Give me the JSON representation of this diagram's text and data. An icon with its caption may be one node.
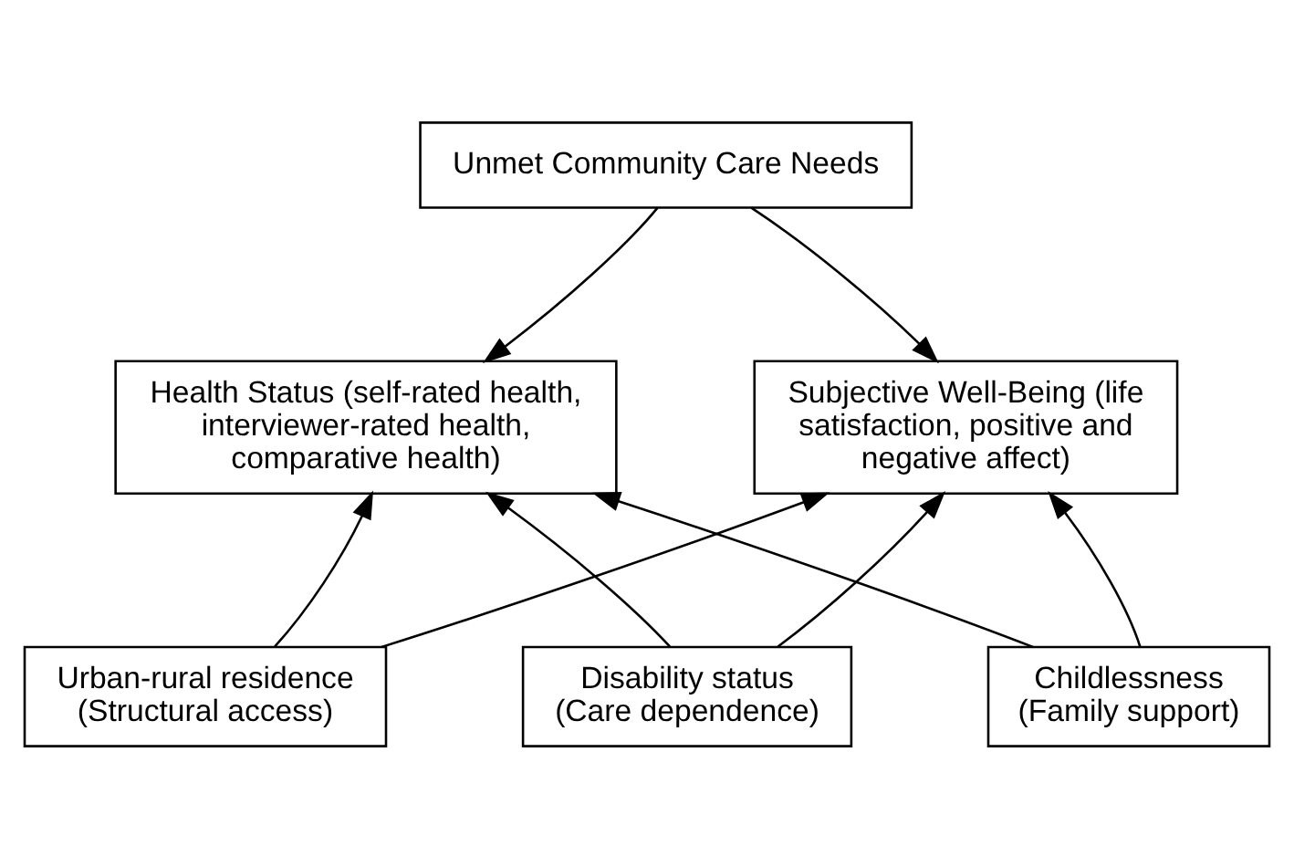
{
  "diagram": {
    "nodes": [
      {
        "text": [
          "Unmet Community Care Needs"
        ]
      },
      {
        "text": [
          "Health Status (self-rated health, interviewer-rated health, comparative health)"
        ]
      },
      {
        "text": [
          "Subjective Well-Being (life satisfaction, positive and negative affect)"
        ]
      },
      {
        "text": [
          "Urban-rural residence",
          "(Structural access)"
        ]
      },
      {
        "text": [
          "Disability status",
          "(Care dependence)"
        ]
      },
      {
        "text": [
          "Childlessness",
          "(Family support)"
        ]
      }
    ],
    "edges": [
      {
        "from": 0,
        "to": 1,
        "arrow": "to"
      },
      {
        "from": 0,
        "to": 2,
        "arrow": "to"
      },
      {
        "from": 3,
        "to": 1,
        "arrow": "to"
      },
      {
        "from": 3,
        "to": 2,
        "arrow": "to"
      },
      {
        "from": 4,
        "to": 1,
        "arrow": "to"
      },
      {
        "from": 4,
        "to": 2,
        "arrow": "to"
      },
      {
        "from": 5,
        "to": 1,
        "arrow": "to"
      },
      {
        "from": 5,
        "to": 2,
        "arrow": "to"
      }
    ]
  }
}
